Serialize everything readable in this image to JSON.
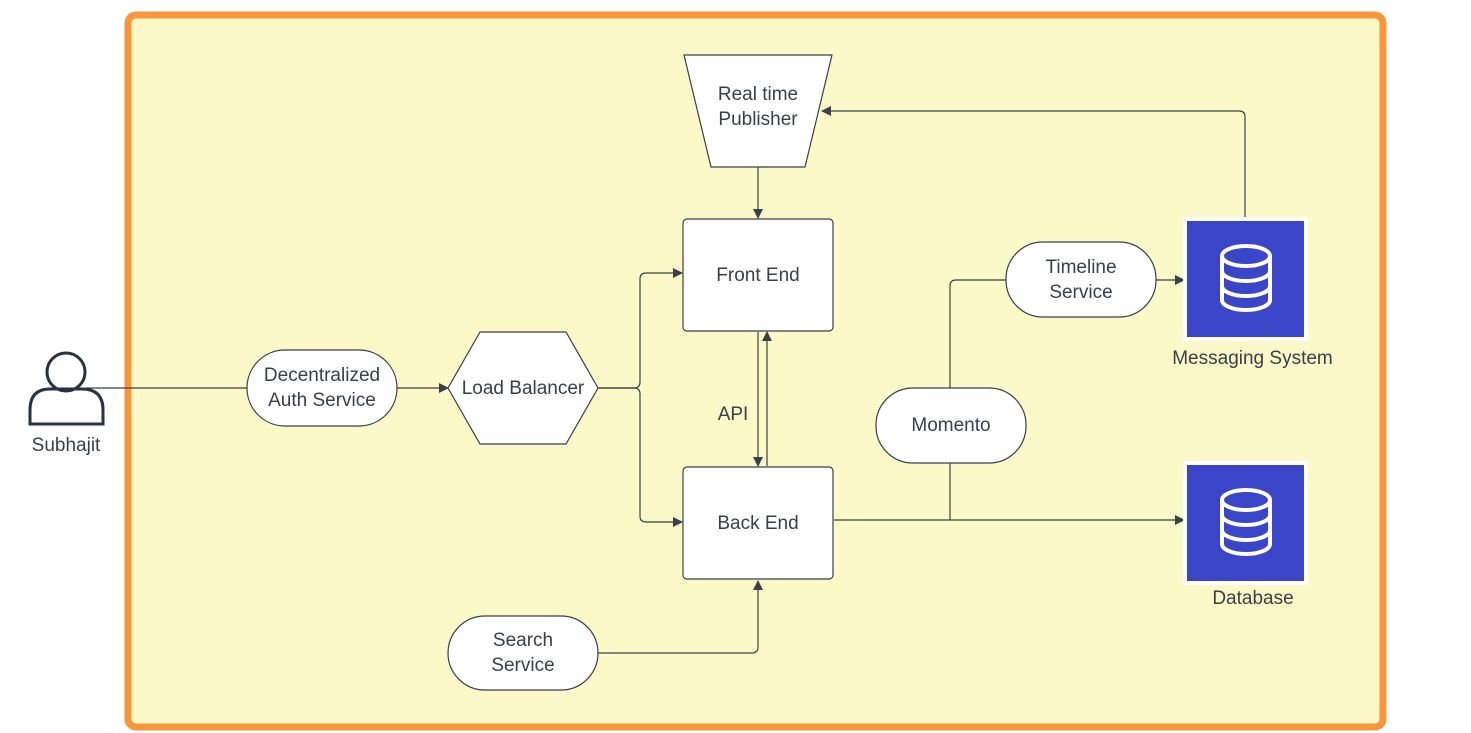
{
  "diagram": {
    "nodes": {
      "user": {
        "label": "Subhajit",
        "icon": "person-icon",
        "shape": "person"
      },
      "auth": {
        "label": "Decentralized\nAuth Service",
        "shape": "stadium"
      },
      "lb": {
        "label": "Load Balancer",
        "shape": "hexagon"
      },
      "publisher": {
        "label": "Real time\nPublisher",
        "shape": "trapezoid"
      },
      "frontend": {
        "label": "Front End",
        "shape": "rectangle"
      },
      "backend": {
        "label": "Back End",
        "shape": "rectangle"
      },
      "search": {
        "label": "Search\nService",
        "shape": "stadium"
      },
      "timeline": {
        "label": "Timeline\nService",
        "shape": "stadium"
      },
      "momento": {
        "label": "Momento",
        "shape": "stadium"
      },
      "messaging": {
        "label": "Messaging System",
        "icon": "database-icon",
        "shape": "database"
      },
      "database": {
        "label": "Database",
        "icon": "database-icon",
        "shape": "database"
      }
    },
    "edge_labels": {
      "api": "API"
    },
    "edges": [
      {
        "from": "user",
        "to": "auth",
        "arrow": false
      },
      {
        "from": "auth",
        "to": "lb",
        "arrow": true
      },
      {
        "from": "lb",
        "to": "frontend",
        "arrow": true
      },
      {
        "from": "lb",
        "to": "backend",
        "arrow": true
      },
      {
        "from": "publisher",
        "to": "frontend",
        "arrow": true
      },
      {
        "from": "frontend",
        "to": "backend",
        "arrow": true,
        "label": "API"
      },
      {
        "from": "backend",
        "to": "frontend",
        "arrow": true
      },
      {
        "from": "search",
        "to": "backend",
        "arrow": true
      },
      {
        "from": "backend",
        "to": "database",
        "arrow": true
      },
      {
        "from": "momento",
        "to": "timeline",
        "arrow": false
      },
      {
        "from": "timeline",
        "to": "messaging",
        "arrow": true
      },
      {
        "from": "messaging",
        "to": "publisher",
        "arrow": true
      }
    ]
  },
  "colors": {
    "frame_border": "#f7963a",
    "frame_fill": "#fbf9c7",
    "node_fill": "#ffffff",
    "node_stroke": "#3a3f4a",
    "db_fill": "#3a45c8",
    "db_border": "#ffffff",
    "text": "#3a3f4a"
  }
}
